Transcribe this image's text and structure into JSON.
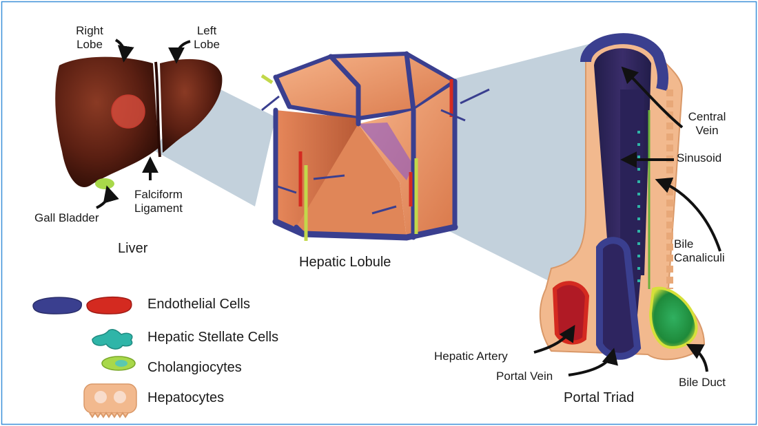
{
  "colors": {
    "frame": "#3a8fd8",
    "liver": "#5a1f12",
    "endothelial_blue": "#3a3f8f",
    "endothelial_red": "#d42a20",
    "stellate": "#2fb5a8",
    "cholangiocyte": "#a8d84a",
    "hepatocyte": "#f2b98e",
    "projection": "#b9c9d6"
  },
  "liver": {
    "title": "Liver",
    "right_lobe": [
      "Right",
      "Lobe"
    ],
    "left_lobe": [
      "Left",
      "Lobe"
    ],
    "falciform": [
      "Falciform",
      "Ligament"
    ],
    "gall_bladder": "Gall Bladder"
  },
  "lobule": {
    "title": "Hepatic Lobule"
  },
  "triad": {
    "title": "Portal Triad",
    "central_vein": [
      "Central",
      "Vein"
    ],
    "sinusoid": "Sinusoid",
    "bile_canaliculi": [
      "Bile",
      "Canaliculi"
    ],
    "hepatic_artery": "Hepatic Artery",
    "portal_vein": "Portal Vein",
    "bile_duct": "Bile Duct"
  },
  "legend": [
    {
      "label": "Endothelial Cells",
      "icon": "endothelial-cell-icon"
    },
    {
      "label": "Hepatic Stellate Cells",
      "icon": "stellate-cell-icon"
    },
    {
      "label": "Cholangiocytes",
      "icon": "cholangiocyte-icon"
    },
    {
      "label": "Hepatocytes",
      "icon": "hepatocyte-icon"
    }
  ]
}
